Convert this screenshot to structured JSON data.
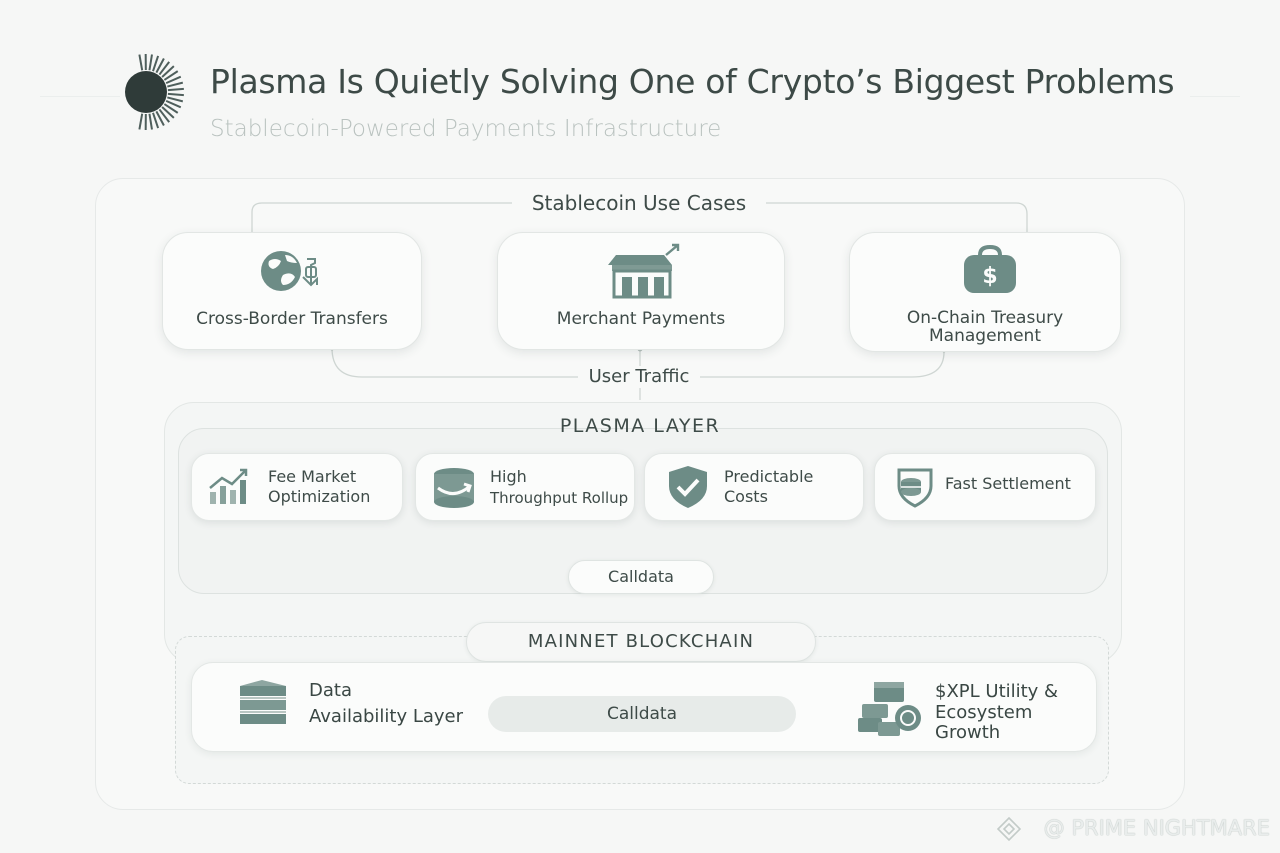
{
  "header": {
    "title": "Plasma Is Quietly Solving One of Crypto’s Biggest Problems",
    "subtitle": "Stablecoin-Powered Payments Infrastructure"
  },
  "use_cases": {
    "heading": "Stablecoin Use Cases",
    "items": [
      {
        "label": "Cross-Border Transfers",
        "icon": "globe-icon"
      },
      {
        "label": "Merchant Payments",
        "icon": "storefront-icon"
      },
      {
        "label_line1": "On-Chain Treasury",
        "label_line2": "Management",
        "icon": "money-bag-icon"
      }
    ],
    "flow_label": "User Traffic"
  },
  "plasma_layer": {
    "heading": "PLASMA LAYER",
    "features": [
      {
        "line1": "Fee Market",
        "line2": "Optimization",
        "icon": "bar-chart-icon"
      },
      {
        "line1": "High",
        "line2": "Throughput Rollup",
        "icon": "database-icon"
      },
      {
        "line1": "Predictable",
        "line2": "Costs",
        "icon": "shield-check-icon"
      },
      {
        "line1": "Fast Settlement",
        "icon": "shield-coins-icon"
      }
    ],
    "calldata_label": "Calldata"
  },
  "mainnet": {
    "heading": "MAINNET BLOCKCHAIN",
    "data_layer": {
      "line1": "Data",
      "line2": "Availability Layer",
      "icon": "stack-icon"
    },
    "calldata_label": "Calldata",
    "xpl": {
      "line1": "$XPL Utility &",
      "line2": "Ecosystem",
      "line3": "Growth",
      "icon": "coins-icon"
    }
  },
  "watermark": "@ PRIME NIGHTMARE",
  "colors": {
    "accent": "#6d8c86",
    "dark": "#3d4a47",
    "muted": "#b9c2bf",
    "background": "#f6f7f6"
  }
}
